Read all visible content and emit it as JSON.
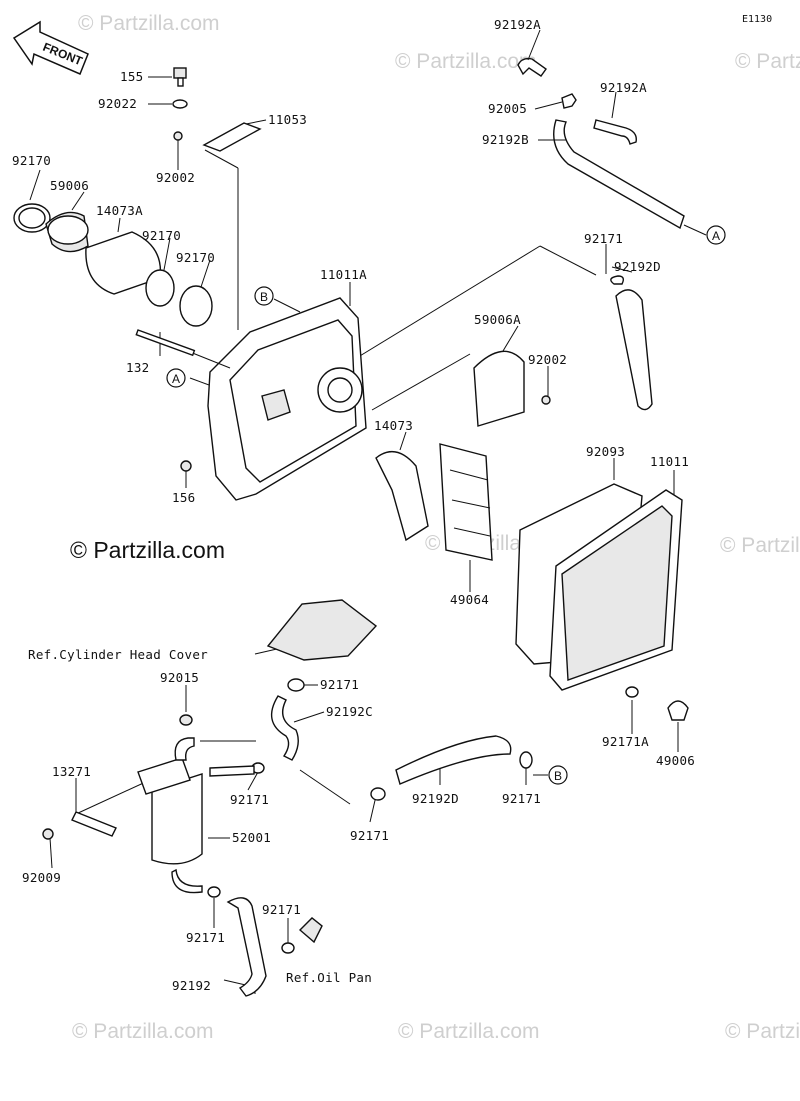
{
  "diagram_code": "E1130",
  "front_label": "FRONT",
  "watermark": "© Partzilla.com",
  "labels": {
    "p92192A_top": "92192A",
    "p92192A_right": "92192A",
    "p92005": "92005",
    "p92192B": "92192B",
    "p155": "155",
    "p92022": "92022",
    "p11053": "11053",
    "p92002_top": "92002",
    "p92170_left": "92170",
    "p59006": "59006",
    "p14073A": "14073A",
    "p92170_mid1": "92170",
    "p92170_mid2": "92170",
    "p92171_top": "92171",
    "p92192D_top": "92192D",
    "p11011A": "11011A",
    "p132": "132",
    "p59006A": "59006A",
    "p92002_mid": "92002",
    "p14073": "14073",
    "p92093": "92093",
    "p11011": "11011",
    "p156": "156",
    "p49064": "49064",
    "ref_head_cover": "Ref.Cylinder Head Cover",
    "p92171_c": "92171",
    "p92015": "92015",
    "p92192C": "92192C",
    "p13271": "13271",
    "p92171_tank": "92171",
    "p52001": "52001",
    "p92192D_bottom": "92192D",
    "p92171_b": "92171",
    "p92171_mid": "92171",
    "p92171A": "92171A",
    "p49006": "49006",
    "p92009": "92009",
    "p92171_low": "92171",
    "p92171_pan": "92171",
    "ref_oil_pan": "Ref.Oil Pan",
    "p92192": "92192"
  },
  "callouts": {
    "A": "A",
    "B": "B"
  }
}
